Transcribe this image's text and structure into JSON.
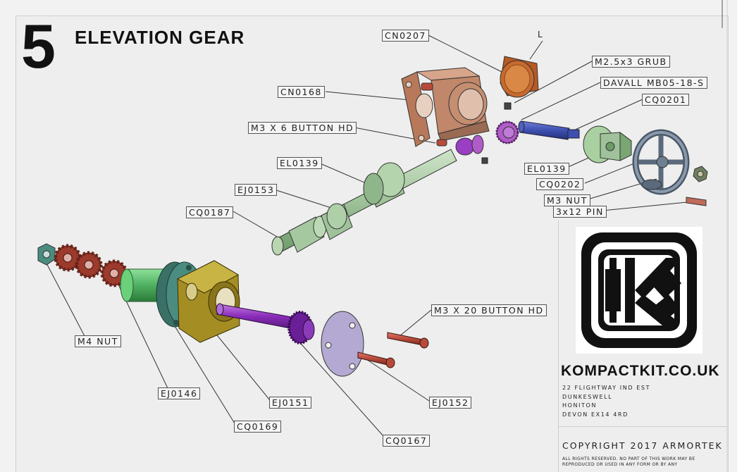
{
  "page": {
    "step_number": "5",
    "title": "ELEVATION GEAR"
  },
  "parts": {
    "cn0207": "CN0207",
    "l_label": "L",
    "m25x3_grub": "M2.5x3 GRUB",
    "davall": "DAVALL MB05-18-S",
    "cq0201": "CQ0201",
    "cn0168": "CN0168",
    "m3x6_button": "M3 X 6 BUTTON HD",
    "el0139_left": "EL0139",
    "el0139_right": "EL0139",
    "ej0153": "EJ0153",
    "cq0202": "CQ0202",
    "m3_nut": "M3 NUT",
    "pin_3x12": "3x12 PIN",
    "cq0187": "CQ0187",
    "m3x20_button": "M3 X 20 BUTTON HD",
    "m4_nut": "M4 NUT",
    "ej0146": "EJ0146",
    "ej0151": "EJ0151",
    "ej0152": "EJ0152",
    "cq0169": "CQ0169",
    "cq0167": "CQ0167"
  },
  "title_block": {
    "brand": "KOMPACTKIT.CO.UK",
    "address": [
      "22 FLIGHTWAY IND EST",
      "DUNKESWELL",
      "HONITON",
      "DEVON EX14 4RD"
    ],
    "copyright": "COPYRIGHT 2017 ARMORTEK",
    "notice": "ALL RIGHTS RESERVED. NO PART OF THIS WORK MAY BE REPRODUCED OR USED IN ANY FORM OR BY ANY"
  },
  "colors": {
    "bronze": "#c0876a",
    "orange": "#c8692e",
    "red": "#b84a3a",
    "purple": "#8a2cb8",
    "magenta": "#b05cc8",
    "blue": "#3d4fb0",
    "sage": "#9fc29a",
    "green": "#5fbf6a",
    "olive": "#b09a2a",
    "teal": "#4a8c80",
    "grey_blue": "#6f7f92",
    "lilac": "#b4a9d2",
    "gear_red": "#9c3a2c"
  }
}
